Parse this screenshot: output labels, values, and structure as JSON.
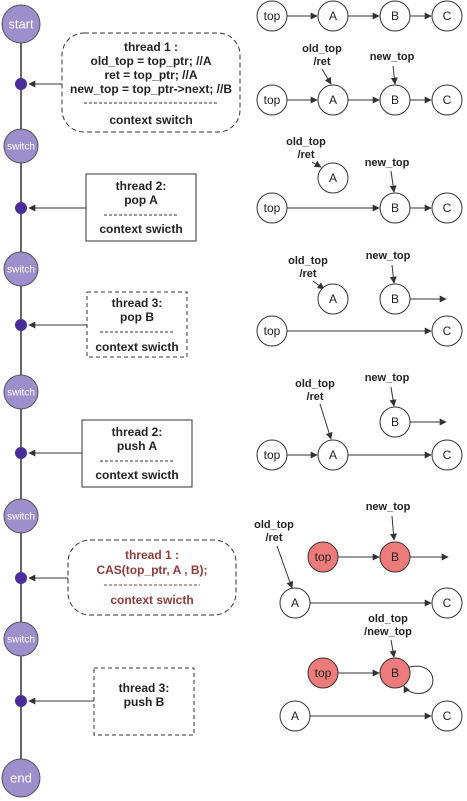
{
  "timeline": {
    "start": "start",
    "switch": "switch",
    "end": "end"
  },
  "colors": {
    "timeline_node": "#9c8fcb",
    "event_dot": "#4a2d9a",
    "highlight_node": "#ee7b7b",
    "stroke": "#333333",
    "annotation_red": "#8e3b3b"
  },
  "steps": [
    {
      "box_lines": [
        "thread 1 :",
        "old_top = top_ptr; //A",
        "ret = top_ptr; //A",
        "new_top = top_ptr->next; //B"
      ],
      "box_footer": "context switch"
    },
    {
      "box_lines": [
        "thread 2:",
        "pop A"
      ],
      "box_footer": "context swicth"
    },
    {
      "box_lines": [
        "thread 3:",
        "pop B"
      ],
      "box_footer": "context swicth"
    },
    {
      "box_lines": [
        "thread 2:",
        "push A"
      ],
      "box_footer": "context swicth"
    },
    {
      "box_lines": [
        "thread 1 :",
        "CAS(top_ptr, A , B);"
      ],
      "box_footer": "context swicth"
    },
    {
      "box_lines": [
        "thread 3:",
        "push B"
      ],
      "box_footer": ""
    }
  ],
  "stacks": {
    "s0": {
      "n1": "top",
      "n2": "A",
      "n3": "B",
      "n4": "C"
    },
    "s1": {
      "n1": "top",
      "n2": "A",
      "n3": "B",
      "n4": "C",
      "old_top": "old_top",
      "ret": "/ret",
      "new_top": "new_top"
    },
    "s2": {
      "n1": "top",
      "n2": "A",
      "n3": "B",
      "n4": "C",
      "old_top": "old_top",
      "ret": "/ret",
      "new_top": "new_top"
    },
    "s3": {
      "n1": "top",
      "n2": "A",
      "n3": "B",
      "n4": "C",
      "old_top": "old_top",
      "ret": "/ret",
      "new_top": "new_top"
    },
    "s4": {
      "n1": "top",
      "n2": "A",
      "n3": "B",
      "n4": "C",
      "old_top": "old_top",
      "ret": "/ret",
      "new_top": "new_top"
    },
    "s5": {
      "n1": "top",
      "n2": "B",
      "n3": "A",
      "n4": "C",
      "old_top": "old_top",
      "ret": "/ret",
      "new_top": "new_top"
    },
    "s6": {
      "n1": "top",
      "n2": "B",
      "n3": "A",
      "n4": "C",
      "old_top": "old_top",
      "new_top": "/new_top"
    }
  }
}
